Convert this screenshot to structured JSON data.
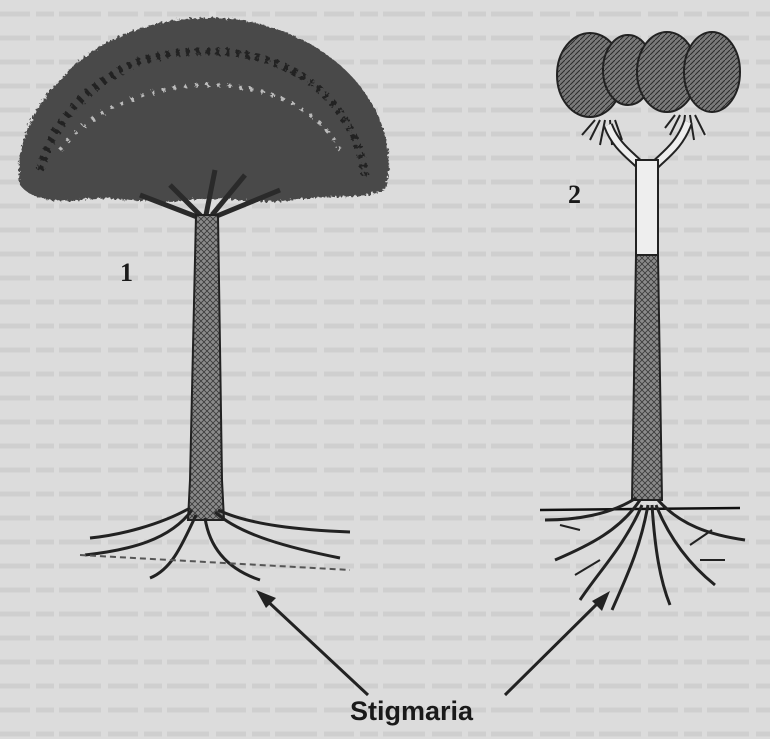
{
  "labels": {
    "tree_1": "1",
    "tree_2": "2",
    "root_system": "Stigmaria"
  },
  "colors": {
    "background": "#dcdcdc",
    "ink": "#1a1a1a",
    "foliage": "#3a3a3a",
    "bark": "#555555"
  }
}
